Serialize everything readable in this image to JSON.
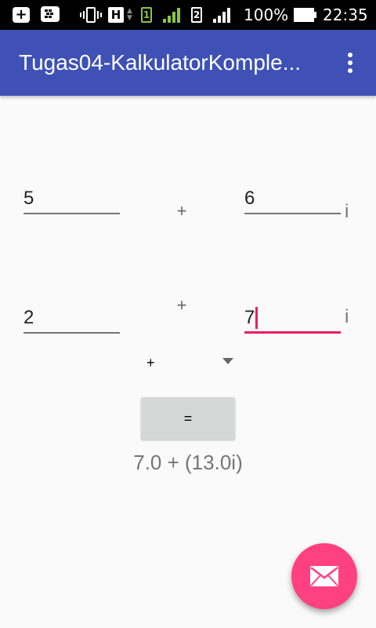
{
  "status_bar": {
    "network_type": "H",
    "sim1": "1",
    "sim2": "2",
    "battery": "100%",
    "time": "22:35"
  },
  "app_bar": {
    "title": "Tugas04-KalkulatorKomple...",
    "menu_icon": "more-vert-icon"
  },
  "form": {
    "real1": "5",
    "imag1": "6",
    "real2": "2",
    "imag2": "7",
    "plus_label": "+",
    "imag_suffix": "i"
  },
  "operation_spinner": {
    "selected": "+"
  },
  "equals_button": {
    "label": "="
  },
  "result": {
    "text": "7.0 + (13.0i)"
  },
  "fab": {
    "icon": "mail-icon",
    "color": "#ff4081"
  },
  "colors": {
    "primary": "#3f51b5",
    "accent": "#e91e63"
  }
}
